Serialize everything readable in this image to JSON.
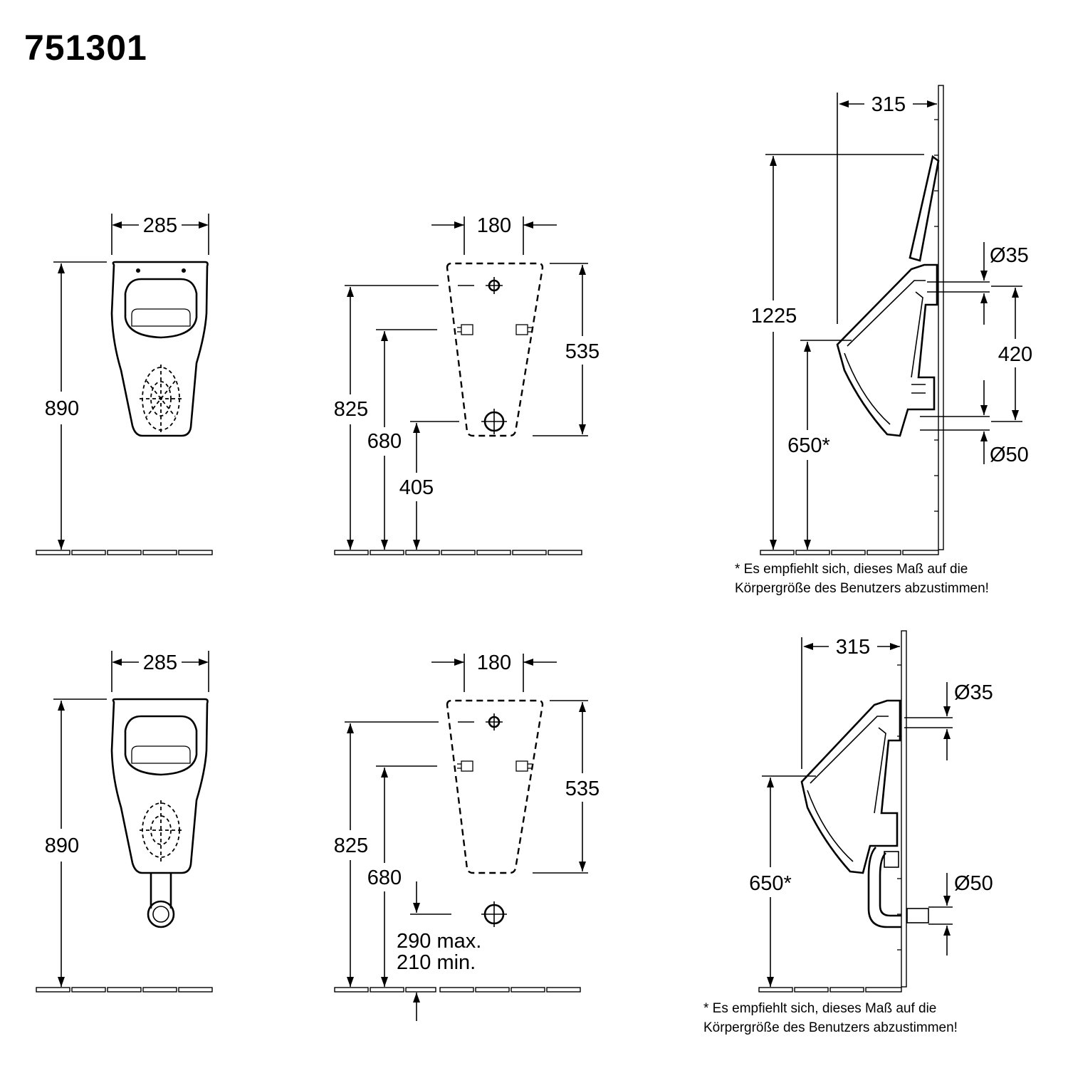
{
  "title": "751301",
  "top_row": {
    "front": {
      "width": "285",
      "height": "890"
    },
    "rear": {
      "fix_width": "180",
      "fix_height": "535",
      "h825": "825",
      "h680": "680",
      "h405": "405"
    },
    "side": {
      "depth": "315",
      "height_total": "1225",
      "rim_height": "650*",
      "inlet_dia": "Ø35",
      "outlet_dia": "Ø50",
      "inlet_outlet_dist": "420"
    },
    "note_line1": "* Es empfiehlt sich, dieses Maß auf die",
    "note_line2": "Körpergröße  des Benutzers abzustimmen!"
  },
  "bottom_row": {
    "front": {
      "width": "285",
      "height": "890"
    },
    "rear": {
      "fix_width": "180",
      "fix_height": "535",
      "h825": "825",
      "h680": "680",
      "drain_max": "290 max.",
      "drain_min": "210 min."
    },
    "side": {
      "depth": "315",
      "rim_height": "650*",
      "inlet_dia": "Ø35",
      "outlet_dia": "Ø50"
    },
    "note_line1": "* Es empfiehlt sich, dieses Maß auf die",
    "note_line2": "Körpergröße  des Benutzers abzustimmen!"
  }
}
